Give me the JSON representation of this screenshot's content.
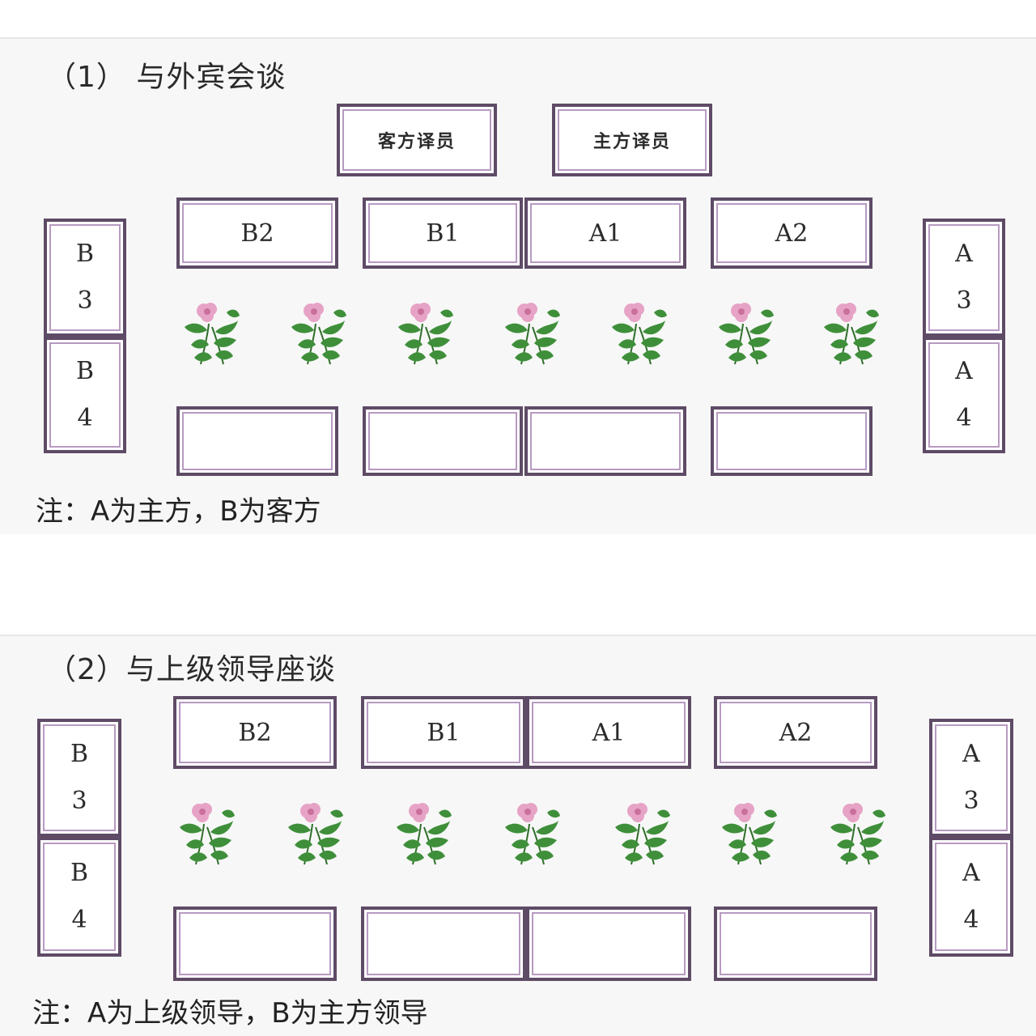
{
  "section1": {
    "title": "（1）  与外宾会谈",
    "interpreters": [
      "客方译员",
      "主方译员"
    ],
    "top_row": [
      "B2",
      "B1",
      "A1",
      "A2"
    ],
    "left_side": [
      [
        "B",
        "3"
      ],
      [
        "B",
        "4"
      ]
    ],
    "right_side": [
      [
        "A",
        "3"
      ],
      [
        "A",
        "4"
      ]
    ],
    "note": "注：A为主方，B为客方"
  },
  "section2": {
    "title": "（2）与上级领导座谈",
    "top_row": [
      "B2",
      "B1",
      "A1",
      "A2"
    ],
    "left_side": [
      [
        "B",
        "3"
      ],
      [
        "B",
        "4"
      ]
    ],
    "right_side": [
      [
        "A",
        "3"
      ],
      [
        "A",
        "4"
      ]
    ],
    "note": "注：A为上级领导，B为主方领导"
  },
  "colors": {
    "seat_border": "#5e4b66",
    "seat_inner_line": "#b79ac1",
    "flower_petal": "#e6a3c6",
    "leaf": "#3f8f3a"
  },
  "icons": {
    "flower": "flower-icon"
  }
}
